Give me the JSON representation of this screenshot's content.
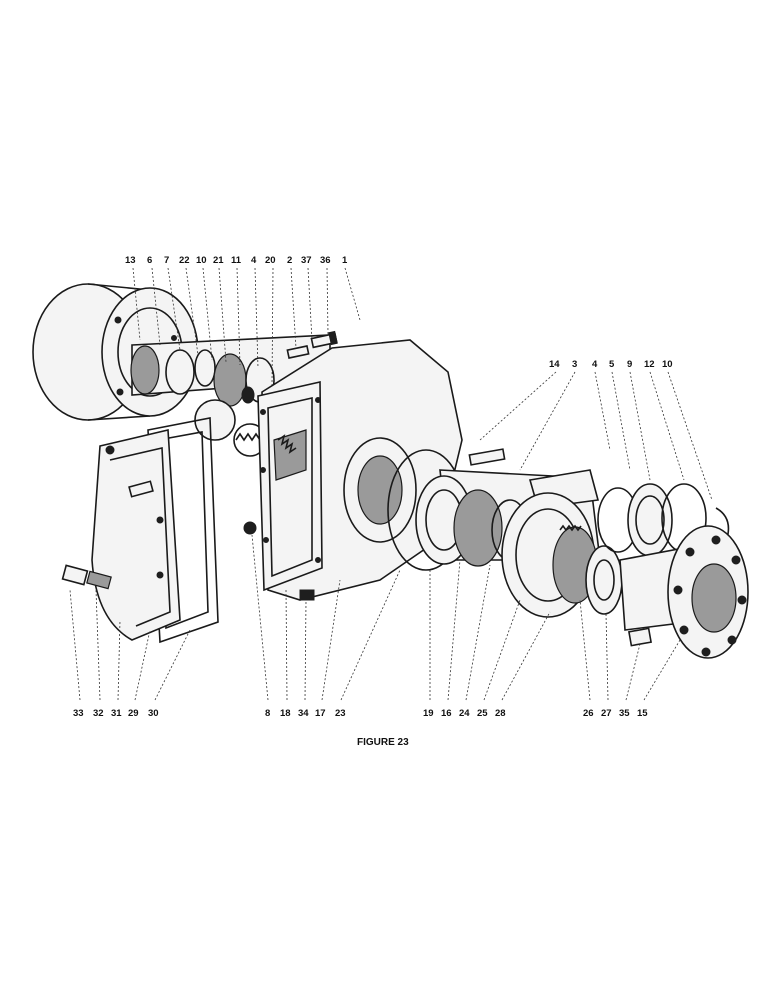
{
  "figure_caption": "FIGURE 23",
  "top_callouts": [
    "13",
    "6",
    "7",
    "22",
    "10",
    "21",
    "11",
    "4",
    "20",
    "2",
    "37",
    "36",
    "1"
  ],
  "top_right_callouts": [
    "14",
    "3",
    "4",
    "5",
    "9",
    "12",
    "10"
  ],
  "bottom_callouts": [
    "33",
    "32",
    "31",
    "29",
    "30",
    "8",
    "18",
    "34",
    "17",
    "23",
    "19",
    "16",
    "24",
    "25",
    "28",
    "26",
    "27",
    "35",
    "15"
  ]
}
